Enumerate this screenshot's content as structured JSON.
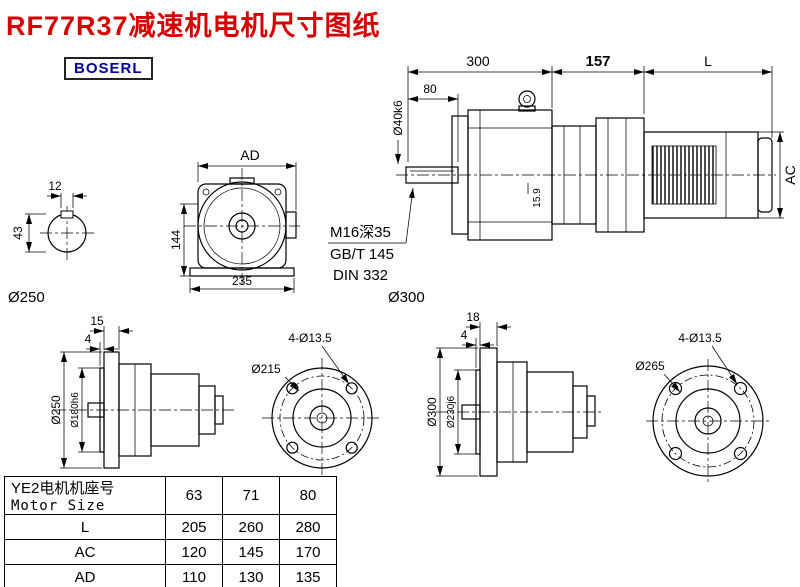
{
  "page": {
    "title": "RF77R37减速机电机尺寸图纸",
    "brand": "BOSERL"
  },
  "drawing": {
    "section_view": {
      "key_width": "12",
      "shaft_dia": "43"
    },
    "front_view": {
      "width_top": "AD",
      "height_left": "144",
      "width_bottom": "235"
    },
    "side_view": {
      "gearbox_len": "300",
      "adapter_len": "157",
      "motor_len": "L",
      "shaft_len": "80",
      "shaft_dia": "Ø40k6",
      "motor_dia": "AC",
      "key_height": "15.9",
      "tap_note": "M16深35",
      "tap_std_1": "GB/T 145",
      "tap_std_2": "DIN 332"
    },
    "left_group_dia": "Ø250",
    "right_group_dia": "Ø300",
    "flange_left_side": {
      "flange_thk": "15",
      "spigot_len": "4",
      "flange_od": "Ø250",
      "spigot_dia": "Ø180h6"
    },
    "flange_left_face": {
      "holes": "4-Ø13.5",
      "bolt_circle": "Ø215"
    },
    "flange_right_side": {
      "flange_thk": "18",
      "spigot_len": "4",
      "flange_od": "Ø300",
      "spigot_dia": "Ø230j6"
    },
    "flange_right_face": {
      "holes": "4-Ø13.5",
      "bolt_circle": "Ø265"
    }
  },
  "table": {
    "header_cn": "YE2电机机座号",
    "header_en": "Motor Size",
    "sizes": [
      "63",
      "71",
      "80"
    ],
    "rows": [
      {
        "label": "L",
        "values": [
          "205",
          "260",
          "280"
        ]
      },
      {
        "label": "AC",
        "values": [
          "120",
          "145",
          "170"
        ]
      },
      {
        "label": "AD",
        "values": [
          "110",
          "130",
          "135"
        ]
      }
    ]
  }
}
